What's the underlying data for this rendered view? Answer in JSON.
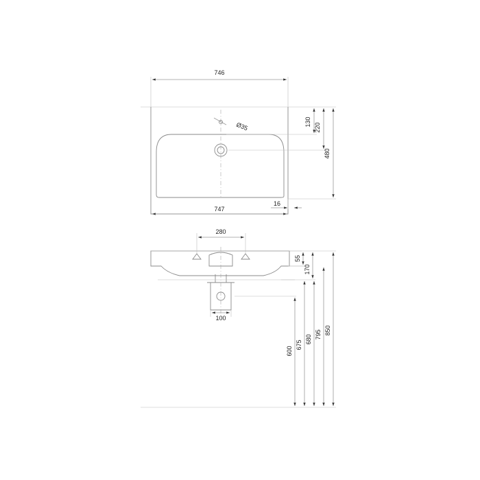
{
  "dimensions": {
    "top_width": "746",
    "bottom_width": "747",
    "hole_diameter": "Ø35",
    "depth_130": "130",
    "depth_220": "220",
    "depth_480": "480",
    "overhang_16": "16",
    "tap_spacing_280": "280",
    "rim_55": "55",
    "bowl_170": "170",
    "siphon_100": "100",
    "height_600": "600",
    "height_675": "675",
    "height_680": "680",
    "height_795": "795",
    "height_850": "850"
  },
  "colors": {
    "line": "#9a9a9a",
    "text": "#222222",
    "arrow": "#333333"
  }
}
